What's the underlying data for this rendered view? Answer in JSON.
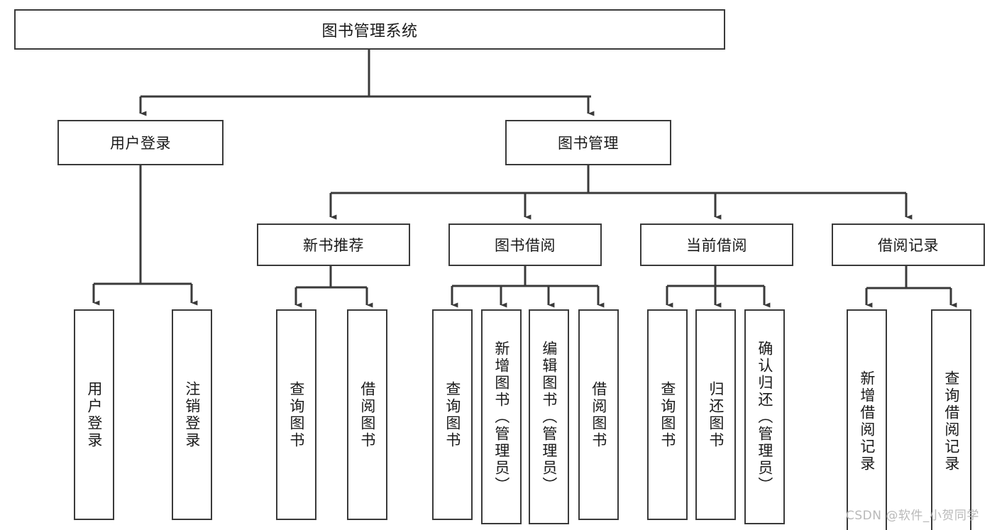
{
  "diagram": {
    "title": "图书管理系统",
    "type": "hierarchy-tree",
    "orientation": "top-down",
    "colors": {
      "box_border": "#3a3a3a",
      "box_fill": "#ffffff",
      "connector": "#3a3a3a",
      "text": "#1a1a1a",
      "watermark": "#b9b9b9"
    },
    "watermark": "CSDN @软件_小贺同学",
    "levels": {
      "level1": [
        {
          "id": "root",
          "label": "图书管理系统"
        }
      ],
      "level2": [
        {
          "id": "user-login",
          "label": "用户登录"
        },
        {
          "id": "book-manage",
          "label": "图书管理"
        }
      ],
      "level3": [
        {
          "id": "new-book-recommend",
          "label": "新书推荐",
          "parent": "book-manage"
        },
        {
          "id": "book-borrow",
          "label": "图书借阅",
          "parent": "book-manage"
        },
        {
          "id": "current-borrow",
          "label": "当前借阅",
          "parent": "book-manage"
        },
        {
          "id": "borrow-record",
          "label": "借阅记录",
          "parent": "book-manage"
        }
      ],
      "level4": [
        {
          "id": "leaf-user-login",
          "label": "用户登录",
          "parent": "user-login"
        },
        {
          "id": "leaf-user-logout",
          "label": "注销登录",
          "parent": "user-login"
        },
        {
          "id": "leaf-rec-query-book",
          "label": "查询图书",
          "parent": "new-book-recommend"
        },
        {
          "id": "leaf-rec-borrow-book",
          "label": "借阅图书",
          "parent": "new-book-recommend"
        },
        {
          "id": "leaf-borrow-query-book",
          "label": "查询图书",
          "parent": "book-borrow"
        },
        {
          "id": "leaf-borrow-add-book",
          "label": "新增图书（管理员）",
          "parent": "book-borrow"
        },
        {
          "id": "leaf-borrow-edit-book",
          "label": "编辑图书（管理员）",
          "parent": "book-borrow"
        },
        {
          "id": "leaf-borrow-lend-book",
          "label": "借阅图书",
          "parent": "book-borrow"
        },
        {
          "id": "leaf-current-query-book",
          "label": "查询图书",
          "parent": "current-borrow"
        },
        {
          "id": "leaf-current-return-book",
          "label": "归还图书",
          "parent": "current-borrow"
        },
        {
          "id": "leaf-current-confirm-return",
          "label": "确认归还（管理员）",
          "parent": "current-borrow"
        },
        {
          "id": "leaf-record-add",
          "label": "新增借阅记录",
          "parent": "borrow-record"
        },
        {
          "id": "leaf-record-query",
          "label": "查询借阅记录",
          "parent": "borrow-record"
        }
      ]
    }
  }
}
